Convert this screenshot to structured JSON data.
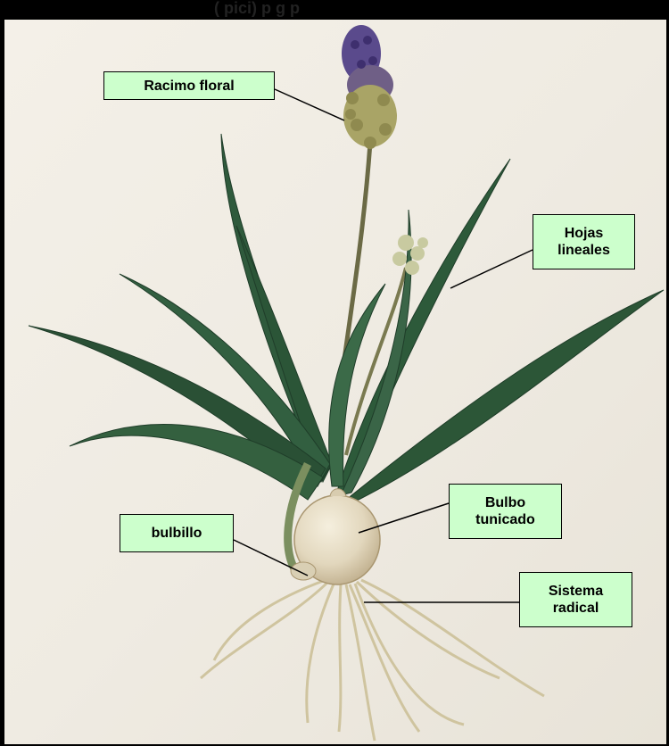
{
  "header_partial": "(                    pici)     p      g       p",
  "labels": {
    "racimo_floral": "Racimo floral",
    "hojas_lineales_1": "Hojas",
    "hojas_lineales_2": "lineales",
    "bulbo_tunicado_1": "Bulbo",
    "bulbo_tunicado_2": "tunicado",
    "bulbillo": "bulbillo",
    "sistema_radical_1": "Sistema",
    "sistema_radical_2": "radical"
  },
  "colors": {
    "label_fill": "#ccffcc",
    "leaf": "#2f5a3c",
    "flower_purple": "#5a4a8c",
    "bulb": "#e6dcc4"
  }
}
